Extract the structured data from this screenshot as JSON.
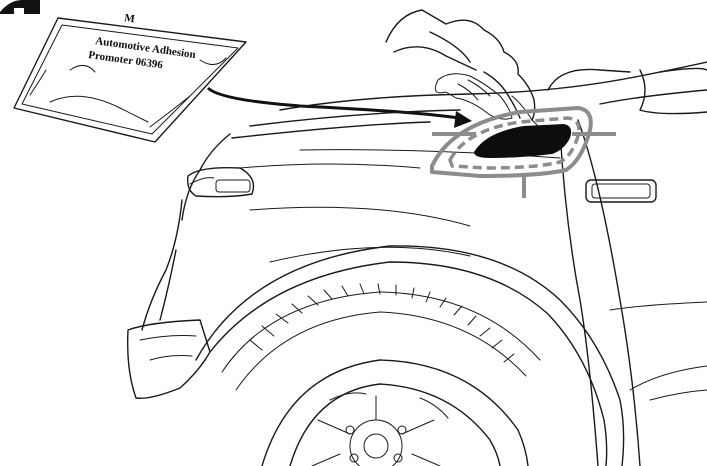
{
  "packet": {
    "brand_mark": "M",
    "product_line1": "Automotive Adhesion",
    "product_line2": "Promoter 06396"
  },
  "colors": {
    "ink": "#1a1a1a",
    "guide_gray": "#8c8c8c",
    "applied_area": "#0d0d0d",
    "background": "#ffffff"
  },
  "icons": {
    "corner_tab": "corner-tab-icon",
    "arrow": "arrow-icon"
  }
}
